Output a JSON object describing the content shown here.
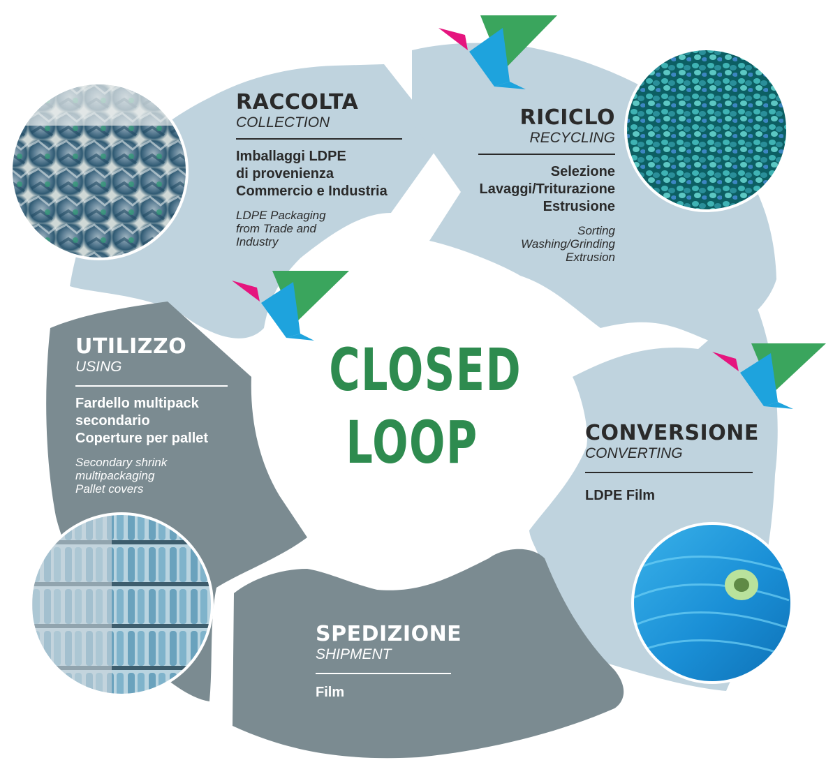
{
  "center": {
    "line1": "CLOSED",
    "line2": "LOOP"
  },
  "colors": {
    "light_segment": "#bfd3de",
    "dark_segment": "#7b8b91",
    "center_text": "#2e8b4f",
    "bird_green": "#3aa55d",
    "bird_blue": "#1ea3dd",
    "bird_magenta": "#e5157e"
  },
  "stages": {
    "raccolta": {
      "title": "RACCOLTA",
      "subtitle": "COLLECTION",
      "body_it": [
        "Imballaggi LDPE",
        "di provenienza",
        "Commercio e Industria"
      ],
      "body_en": [
        "LDPE Packaging",
        "from Trade and",
        "Industry"
      ]
    },
    "riciclo": {
      "title": "RICICLO",
      "subtitle": "RECYCLING",
      "body_it": [
        "Selezione",
        "Lavaggi/Triturazione",
        "Estrusione"
      ],
      "body_en": [
        "Sorting",
        "Washing/Grinding",
        "Extrusion"
      ]
    },
    "conversione": {
      "title": "CONVERSIONE",
      "subtitle": "CONVERTING",
      "body_it": [
        "LDPE Film"
      ]
    },
    "spedizione": {
      "title": "SPEDIZIONE",
      "subtitle": "SHIPMENT",
      "body_it": [
        "Film"
      ]
    },
    "utilizzo": {
      "title": "UTILIZZO",
      "subtitle": "USING",
      "body_it": [
        "Fardello multipack",
        "secondario",
        "Coperture per pallet"
      ],
      "body_en": [
        "Secondary shrink",
        "multipackaging",
        "Pallet covers"
      ]
    }
  },
  "photos": {
    "raccolta": "baled-plastic-waste-photo",
    "riciclo": "plastic-pellets-photo",
    "conversione": "blue-film-roll-photo",
    "utilizzo": "pallet-bottles-photo"
  },
  "icons": [
    "origami-bird-icon",
    "origami-bird-icon",
    "origami-bird-icon"
  ]
}
